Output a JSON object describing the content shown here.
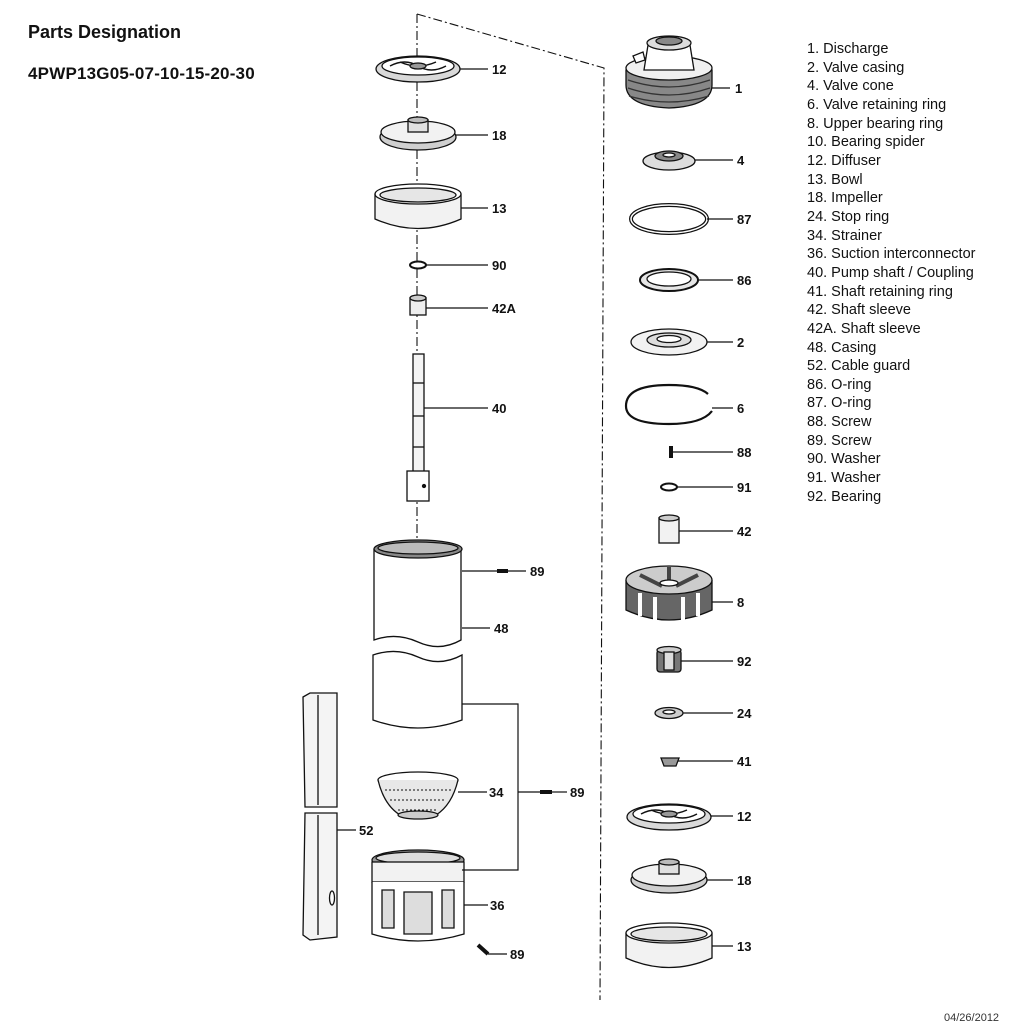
{
  "title": "Parts Designation",
  "subtitle": "4PWP13G05-07-10-15-20-30",
  "legend": [
    "1. Discharge",
    "2. Valve casing",
    "4. Valve cone",
    "6. Valve retaining ring",
    "8. Upper bearing ring",
    "10. Bearing spider",
    "12. Diffuser",
    "13. Bowl",
    "18. Impeller",
    "24. Stop ring",
    "34. Strainer",
    "36. Suction interconnector",
    "40. Pump shaft / Coupling",
    "41. Shaft retaining ring",
    "42. Shaft sleeve",
    "42A. Shaft sleeve",
    "48. Casing",
    "52. Cable guard",
    "86. O-ring",
    "87. O-ring",
    "88. Screw",
    "89. Screw",
    "90. Washer",
    "91. Washer",
    "92. Bearing"
  ],
  "callouts": {
    "left": [
      "12",
      "18",
      "13",
      "90",
      "42A",
      "40",
      "89",
      "48",
      "34",
      "89",
      "52",
      "36",
      "89"
    ],
    "right": [
      "1",
      "4",
      "87",
      "86",
      "2",
      "6",
      "88",
      "91",
      "42",
      "8",
      "92",
      "24",
      "41",
      "12",
      "18",
      "13"
    ]
  },
  "date": "04/26/2012"
}
